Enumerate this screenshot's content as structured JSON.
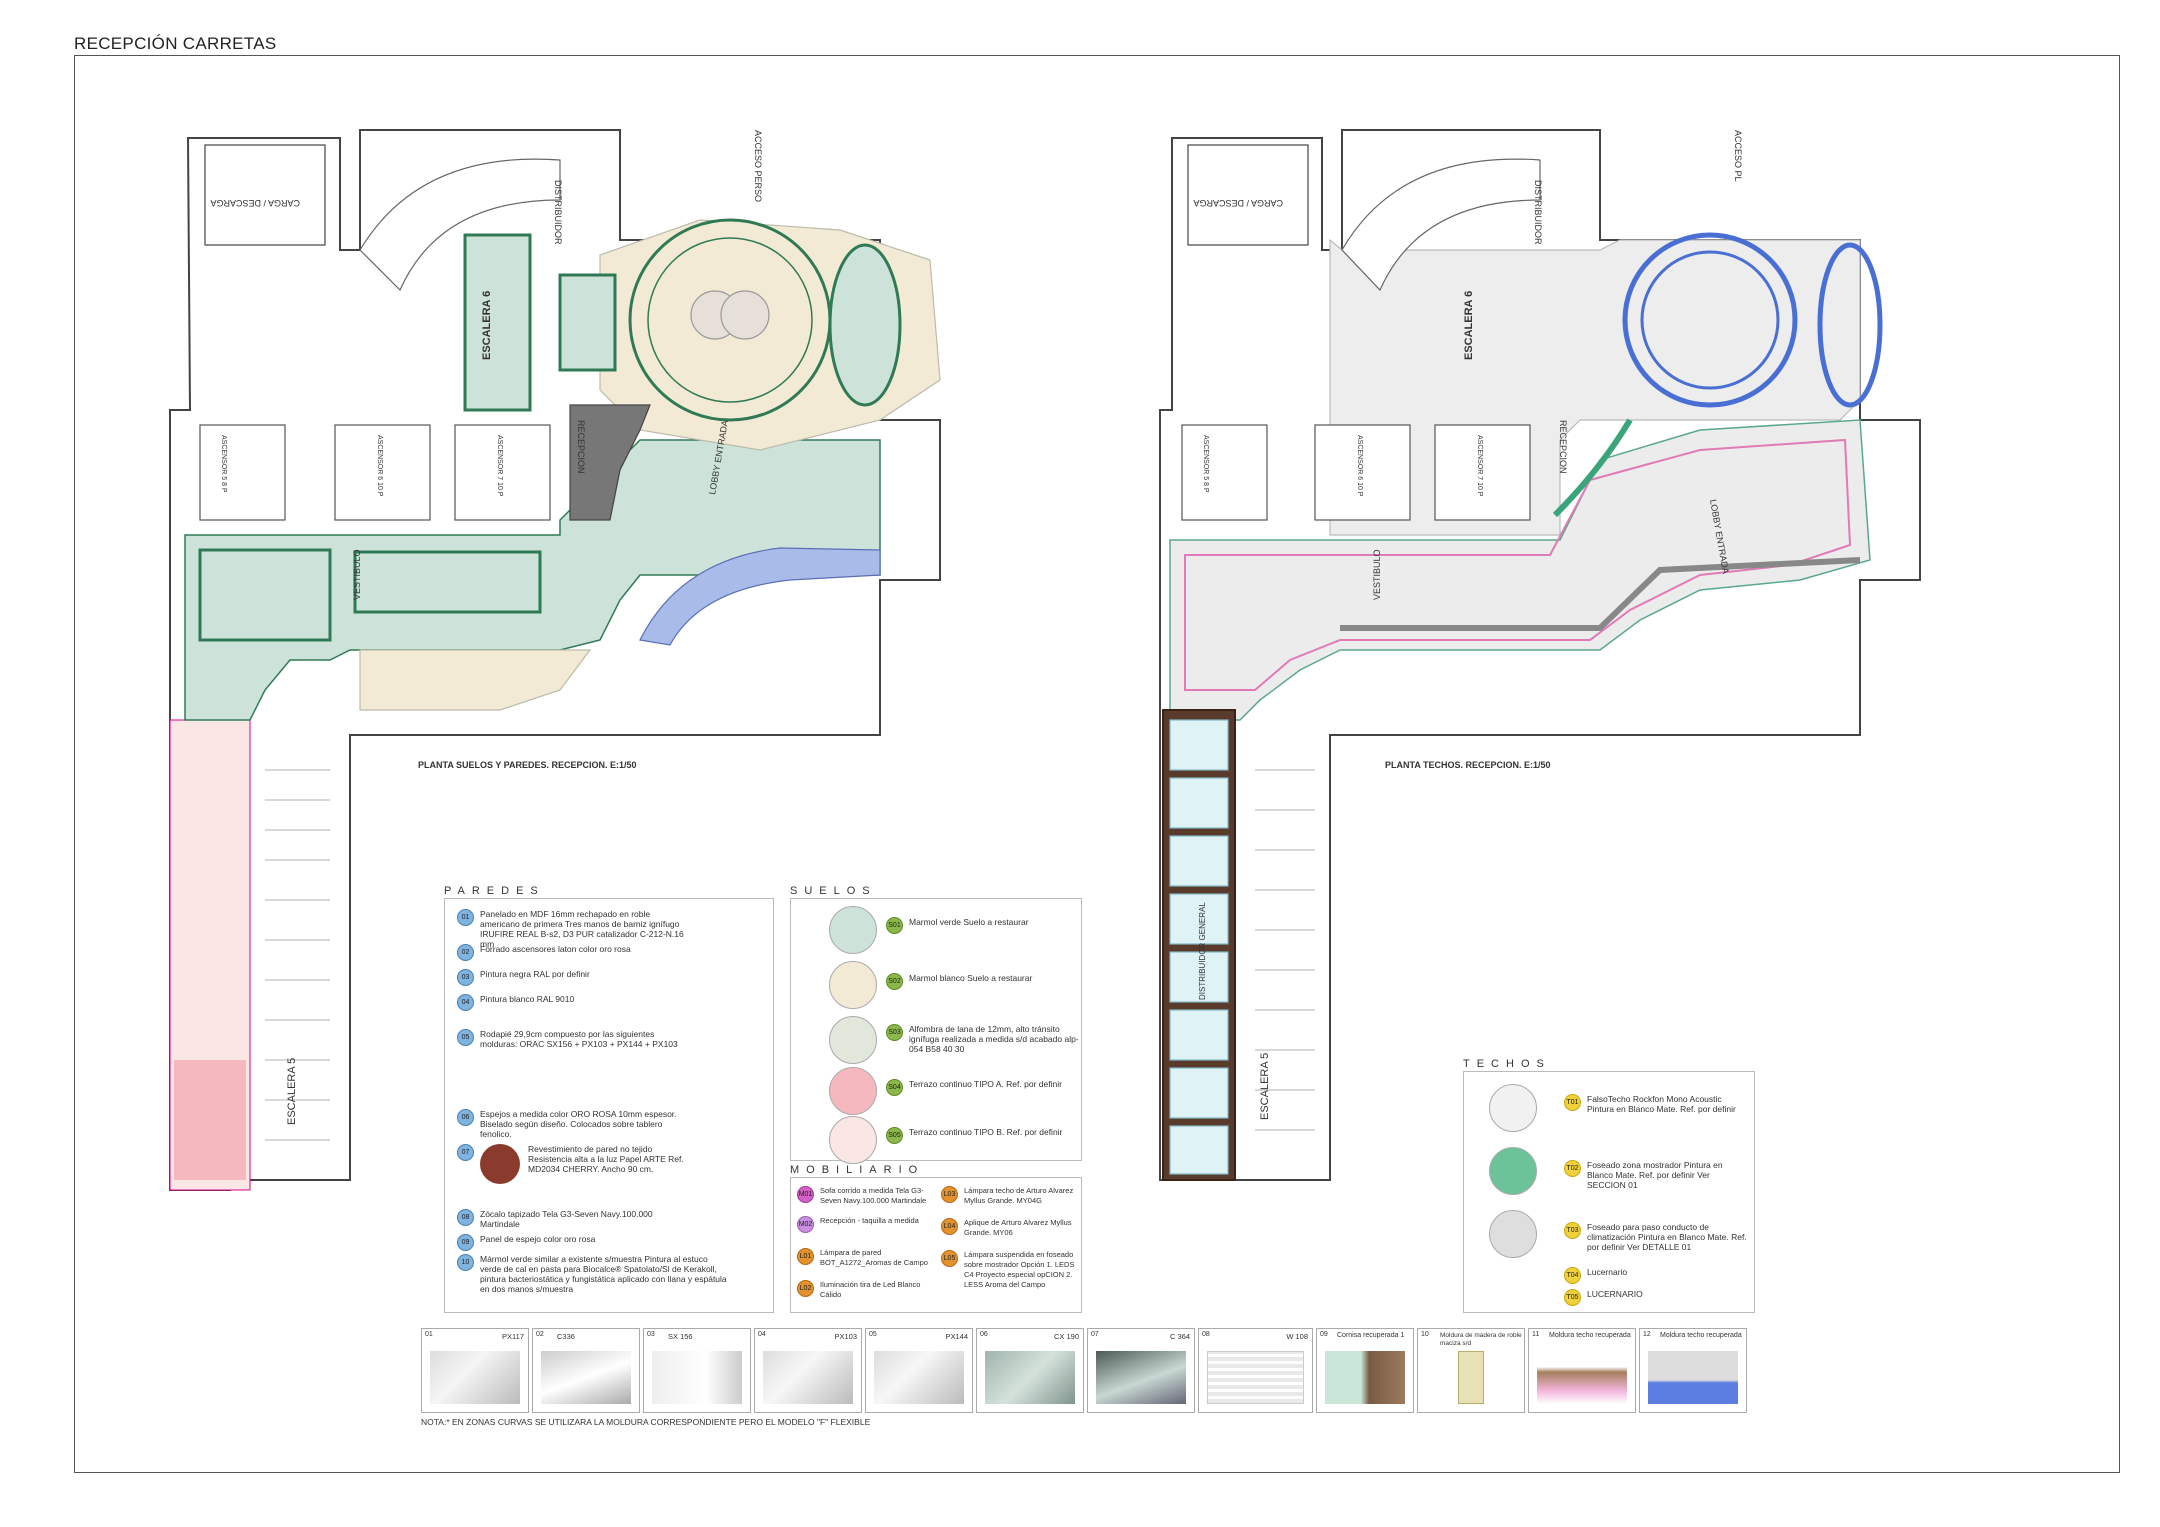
{
  "sheet_title": "RECEPCIÓN CARRETAS",
  "left_plan": {
    "caption": "PLANTA SUELOS Y PAREDES. RECEPCION. E:1/50",
    "labels": {
      "carga": "CARGA / DESCARGA",
      "distribuidor": "DISTRIBUIDOR",
      "acceso": "ACCESO PERSO",
      "escalera6": "ESCALERA 6",
      "recepcion": "RECEPCION",
      "ascensor5": "ASCENSOR 5 8 P",
      "ascensor6": "ASCENSOR 6 10 P",
      "ascensor7": "ASCENSOR 7 10 P",
      "lobby": "LOBBY ENTRADA",
      "vestibulo": "VESTIBULO",
      "escalera5": "ESCALERA 5"
    }
  },
  "right_plan": {
    "caption": "PLANTA TECHOS. RECEPCION. E:1/50",
    "labels": {
      "carga": "CARGA / DESCARGA",
      "distribuidor": "DISTRIBUIDOR",
      "acceso": "ACCESO PL",
      "escalera6": "ESCALERA 6",
      "recepcion": "RECEPCION",
      "ascensor5": "ASCENSOR 5 8 P",
      "ascensor6": "ASCENSOR 6 10 P",
      "ascensor7": "ASCENSOR 7 10 P",
      "lobby": "LOBBY ENTRADA",
      "vestibulo": "VESTIBULO",
      "distribuidor_general": "DISTRIBUIDOR GENERAL",
      "escalera5": "ESCALERA 5"
    }
  },
  "paredes": {
    "heading": "PAREDES",
    "items": [
      {
        "code": "01",
        "text": "Panelado en MDF 16mm rechapado en roble americano de primera Tres manos de barniz ignífugo IRUFIRE REAL B-s2, D3 PUR catalizador C-212-N.16 mm"
      },
      {
        "code": "02",
        "text": "Forrado ascensores laton color oro rosa"
      },
      {
        "code": "03",
        "text": "Pintura negra RAL por definir"
      },
      {
        "code": "04",
        "text": "Pintura blanco RAL 9010"
      },
      {
        "code": "05",
        "text": "Rodapié 29,9cm compuesto por las siguientes molduras: ORAC SX156 + PX103 + PX144 + PX103"
      },
      {
        "code": "06",
        "text": "Espejos a medida color ORO ROSA 10mm espesor. Biselado según diseño. Colocados sobre tablero fenolico."
      },
      {
        "code": "07",
        "text": "Revestimiento de pared no tejido Resistencia alta a la luz Papel ARTE Ref. MD2034 CHERRY. Ancho 90 cm."
      },
      {
        "code": "08",
        "text": "Zócalo tapizado Tela G3-Seven Navy.100.000 Martindale"
      },
      {
        "code": "09",
        "text": "Panel de espejo color oro rosa"
      },
      {
        "code": "10",
        "text": "Mármol verde similar a existente s/muestra Pintura al estuco verde de cal en pasta para Biocalce® Spatolato/Sl de Kerakoll, pintura bacteriostática y fungistática aplicado con llana y espátula en dos manos s/muestra"
      }
    ]
  },
  "suelos": {
    "heading": "SUELOS",
    "items": [
      {
        "code": "S01",
        "text": "Marmol verde Suelo a restaurar",
        "color": "#cde3d9"
      },
      {
        "code": "S02",
        "text": "Marmol blanco Suelo a restaurar",
        "color": "#f3ead6"
      },
      {
        "code": "S03",
        "text": "Alfombra de lana de 12mm, alto tránsito ignífuga realizada a medida s/d acabado alp-054 B58 40 30",
        "color": "#e2e7dc"
      },
      {
        "code": "S04",
        "text": "Terrazo continuo TIPO A. Ref. por definir",
        "color": "#f5b8be"
      },
      {
        "code": "S05",
        "text": "Terrazo continuo TIPO B. Ref. por definir",
        "color": "#fbe6e6"
      }
    ]
  },
  "mobiliario": {
    "heading": "MOBILIARIO",
    "left": [
      {
        "code": "M01",
        "text": "Sofa corrido a medida Tela G3-Seven Navy.100.000 Martindale"
      },
      {
        "code": "M02",
        "text": "Recepción - taquilla a medida"
      },
      {
        "code": "L01",
        "text": "Lámpara de pared BOT_A1272_Aromas de Campo"
      },
      {
        "code": "L02",
        "text": "Iluminación tira de Led Blanco Cálido"
      }
    ],
    "right": [
      {
        "code": "L03",
        "text": "Lámpara techo de Arturo Alvarez Myllus Grande. MY04G"
      },
      {
        "code": "L04",
        "text": "Aplique de Arturo Alvarez Myllus Grande. MY06"
      },
      {
        "code": "L05",
        "text": "Lámpara suspendida en foseado sobre mostrador Opción 1. LEDS C4 Proyecto especial opCION 2. LESS Aroma del Campo"
      }
    ]
  },
  "techos": {
    "heading": "TECHOS",
    "items": [
      {
        "code": "T01",
        "text": "FalsoTecho Rockfon Mono Acoustic Pintura en Blanco Mate. Ref. por definir",
        "color": "#f1f1f1"
      },
      {
        "code": "T02",
        "text": "Foseado zona mostrador Pintura en Blanco Mate. Ref. por definir Ver SECCION 01",
        "color": "#6cc39a"
      },
      {
        "code": "T03",
        "text": "Foseado para paso conducto de climatización Pintura en Blanco Mate. Ref. por definir Ver DETALLE 01",
        "color": "#dedede"
      },
      {
        "code": "T04",
        "text": "Lucernario"
      },
      {
        "code": "T05",
        "text": "LUCERNARIO"
      }
    ]
  },
  "molduras": [
    {
      "num": "01",
      "label": "PX117"
    },
    {
      "num": "02",
      "label": "C336"
    },
    {
      "num": "03",
      "label": "SX 156"
    },
    {
      "num": "04",
      "label": "PX103"
    },
    {
      "num": "05",
      "label": "PX144"
    },
    {
      "num": "06",
      "label": "CX 190"
    },
    {
      "num": "07",
      "label": "C 364"
    },
    {
      "num": "08",
      "label": "W 108"
    },
    {
      "num": "09",
      "label": "Cornisa recuperada 1"
    },
    {
      "num": "10",
      "label": "Moldura de madera de roble maciza s/d"
    },
    {
      "num": "11",
      "label": "Moldura techo recuperada"
    },
    {
      "num": "12",
      "label": "Moldura techo recuperada"
    }
  ],
  "note": "NOTA:* EN ZONAS CURVAS SE UTILIZARA LA MOLDURA CORRESPONDIENTE PERO EL MODELO \"F\" FLEXIBLE"
}
